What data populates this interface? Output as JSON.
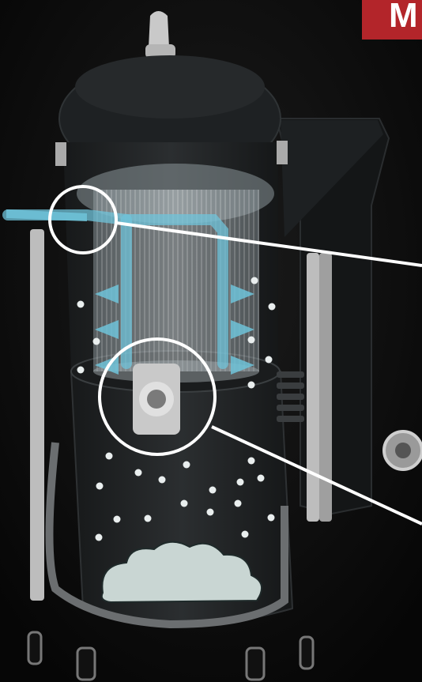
{
  "badge": {
    "text": "M",
    "color": "#b3252a"
  },
  "callouts": [
    {
      "name": "inlet",
      "icon": "magnifier-circle"
    },
    {
      "name": "outlet",
      "icon": "magnifier-circle"
    }
  ],
  "colors": {
    "background": "#0b0b0b",
    "body": "#222527",
    "filter": "#c9d4d8",
    "airflow": "#6fc3d9",
    "dust": "#e9eeee",
    "frame": "#cfcfcf"
  },
  "icons": [
    "airflow-arrow",
    "dust-cloud",
    "dust-particle",
    "wheel",
    "hose-elbow"
  ]
}
